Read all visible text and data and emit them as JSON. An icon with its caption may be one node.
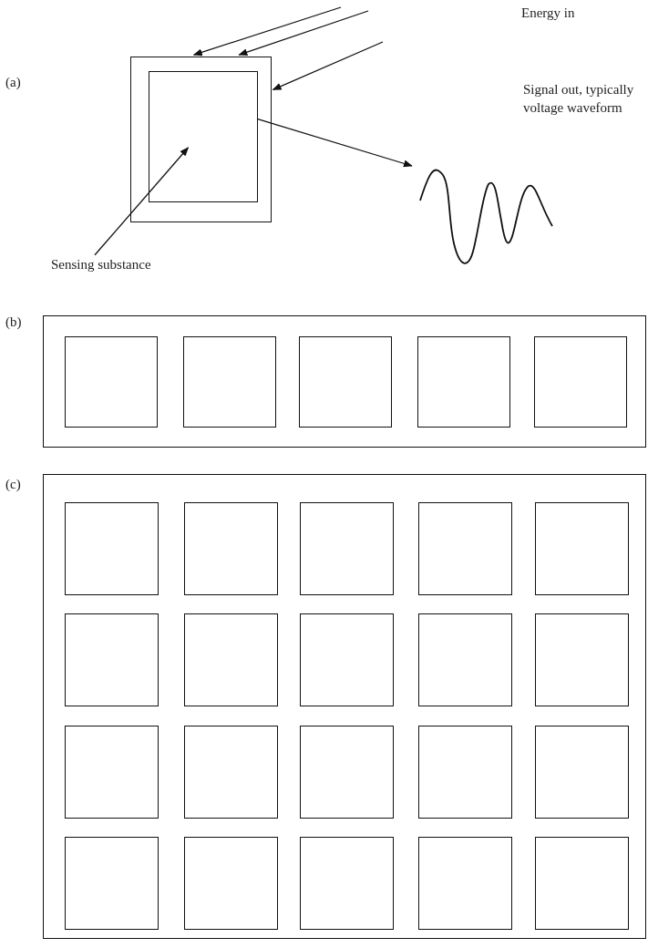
{
  "diagram": {
    "nodes": [
      {
        "text": [],
        "shape": "box"
      },
      {
        "text": [],
        "shape": "box",
        "in": 0
      },
      {
        "text": [
          "Sensing substance"
        ]
      },
      {
        "text": [],
        "shape": "picture",
        "beside": [
          "Signal out, typically voltage waveform"
        ]
      },
      {
        "text": [],
        "shape": "box"
      },
      {
        "text": [],
        "shape": "box",
        "in": 4
      },
      {
        "text": [],
        "shape": "box",
        "in": 4
      },
      {
        "text": [],
        "shape": "box",
        "in": 4
      },
      {
        "text": [],
        "shape": "box",
        "in": 4
      },
      {
        "text": [],
        "shape": "box",
        "in": 4
      },
      {
        "text": [],
        "shape": "box"
      },
      {
        "text": [],
        "shape": "box",
        "in": 10
      },
      {
        "text": [],
        "shape": "box",
        "in": 10
      },
      {
        "text": [],
        "shape": "box",
        "in": 10
      },
      {
        "text": [],
        "shape": "box",
        "in": 10
      },
      {
        "text": [],
        "shape": "box",
        "in": 10
      },
      {
        "text": [],
        "shape": "box",
        "in": 10
      },
      {
        "text": [],
        "shape": "box",
        "in": 10
      },
      {
        "text": [],
        "shape": "box",
        "in": 10
      },
      {
        "text": [],
        "shape": "box",
        "in": 10
      },
      {
        "text": [],
        "shape": "box",
        "in": 10
      },
      {
        "text": [],
        "shape": "box",
        "in": 10
      },
      {
        "text": [],
        "shape": "box",
        "in": 10
      },
      {
        "text": [],
        "shape": "box",
        "in": 10
      },
      {
        "text": [],
        "shape": "box",
        "in": 10
      },
      {
        "text": [],
        "shape": "box",
        "in": 10
      },
      {
        "text": [],
        "shape": "box",
        "in": 10
      },
      {
        "text": [],
        "shape": "box",
        "in": 10
      },
      {
        "text": [],
        "shape": "box",
        "in": 10
      },
      {
        "text": [],
        "shape": "box",
        "in": 10
      },
      {
        "text": [],
        "shape": "box",
        "in": 10
      }
    ],
    "edges": [
      {
        "from": null,
        "to": 0,
        "arrow": "to"
      },
      {
        "from": null,
        "to": 0,
        "arrow": "to"
      },
      {
        "from": null,
        "to": 0,
        "arrow": "to"
      },
      {
        "from": 2,
        "to": 1,
        "arrow": "to"
      },
      {
        "from": 1,
        "to": 3,
        "arrow": "to"
      }
    ],
    "labels": [
      "Energy in",
      "(a)",
      "(b)",
      "(c)"
    ]
  }
}
